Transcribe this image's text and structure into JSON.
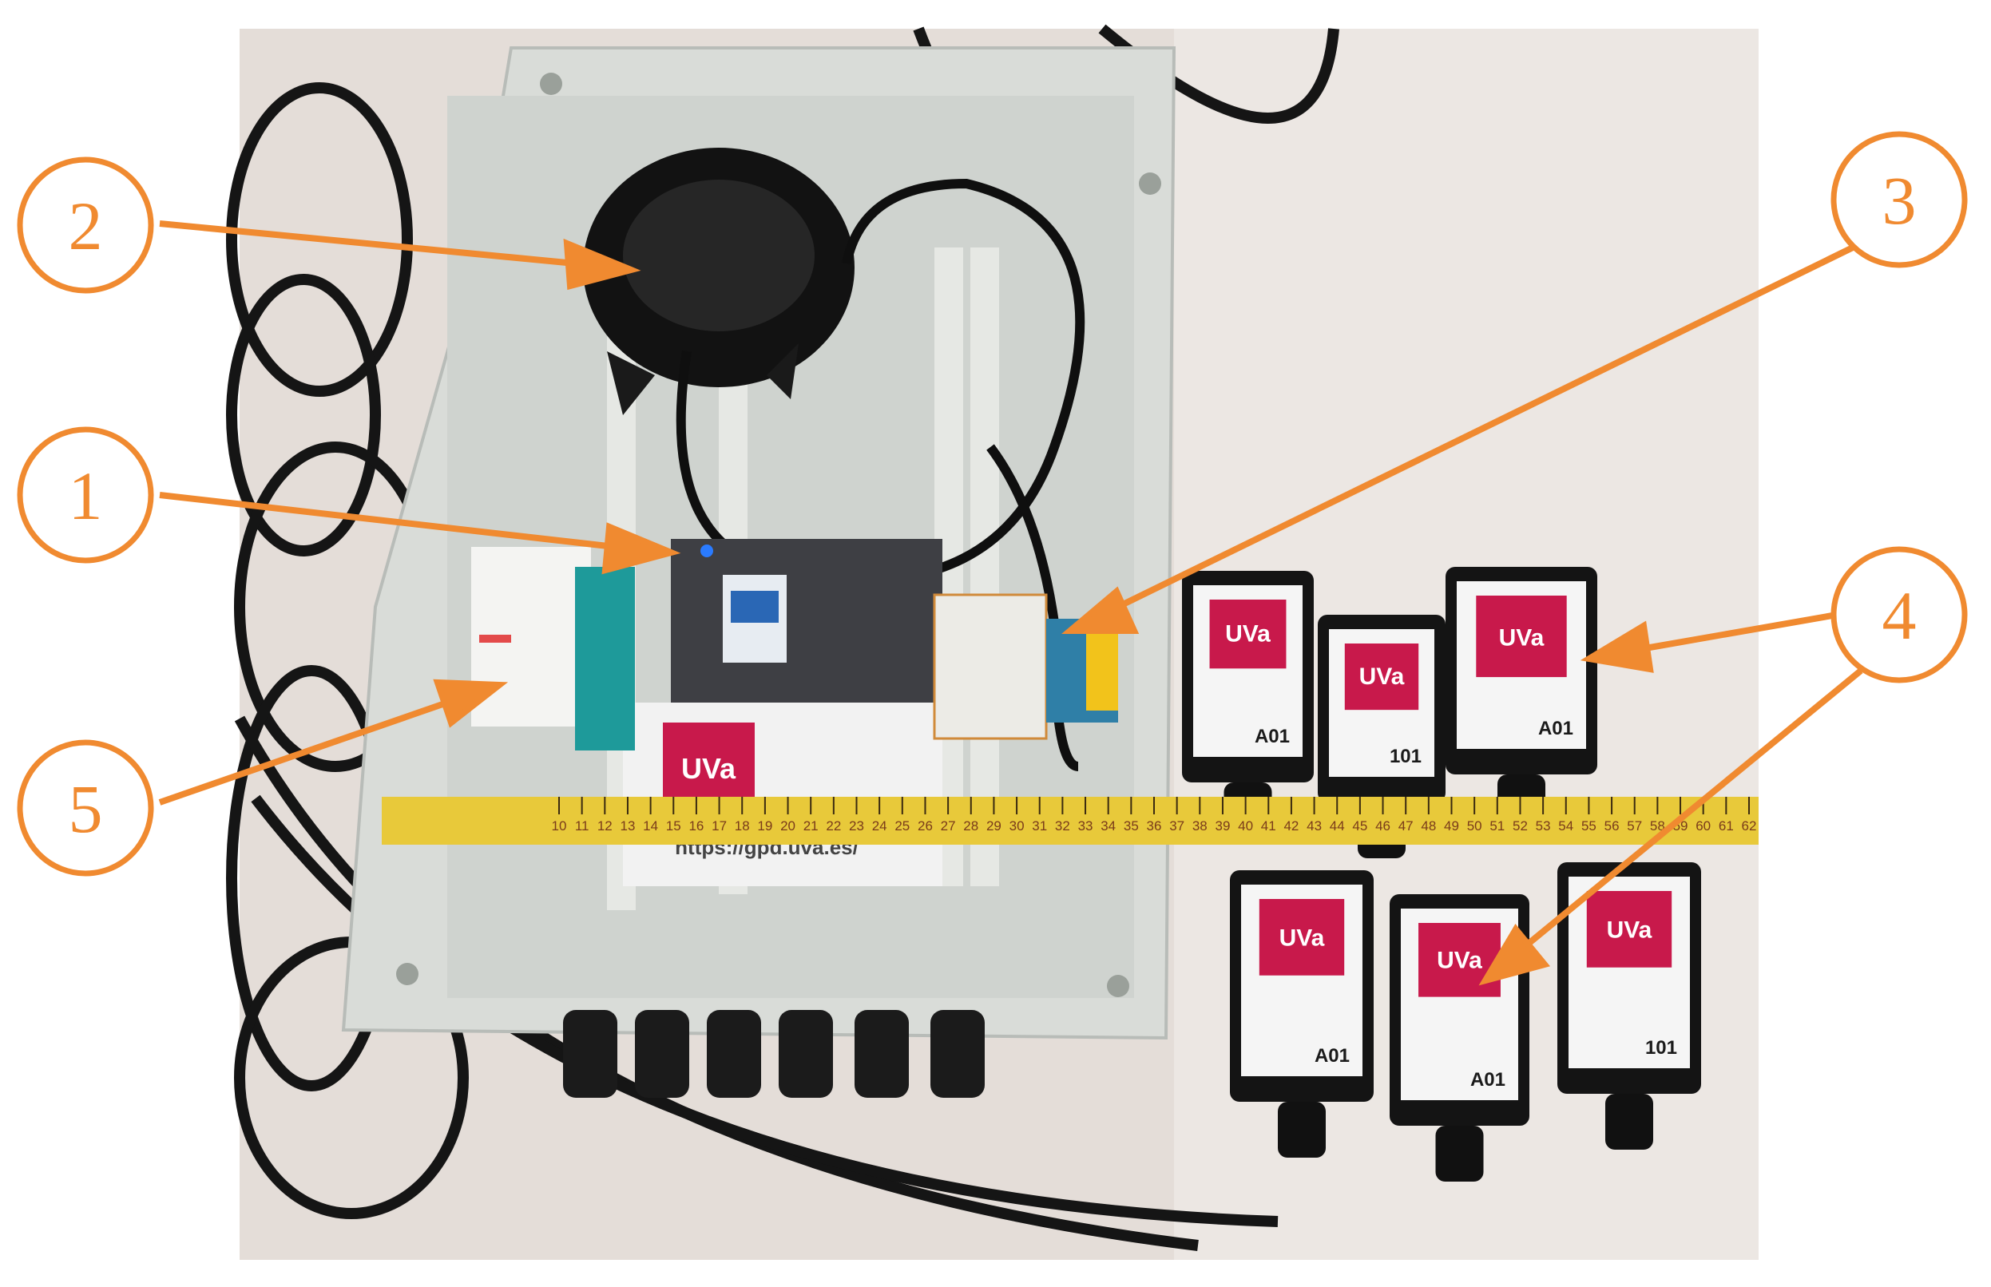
{
  "callouts": [
    {
      "number": "1"
    },
    {
      "number": "2"
    },
    {
      "number": "3"
    },
    {
      "number": "4"
    },
    {
      "number": "5"
    }
  ],
  "photo": {
    "url_text": "https://gpd.uva.es/",
    "logo_text": "UVa",
    "sensor_codes": [
      "A01",
      "101",
      "A01",
      "A01",
      "A01",
      "101"
    ],
    "ruler_numbers": [
      "10",
      "11",
      "12",
      "13",
      "14",
      "15",
      "16",
      "17",
      "18",
      "19",
      "20",
      "21",
      "22",
      "23",
      "24",
      "25",
      "26",
      "27",
      "28",
      "29",
      "30",
      "31",
      "32",
      "33",
      "34",
      "35",
      "36",
      "37",
      "38",
      "39",
      "40",
      "41",
      "42",
      "43",
      "44",
      "45",
      "46",
      "47",
      "48",
      "49",
      "50",
      "51",
      "52",
      "53",
      "54",
      "55",
      "56",
      "57",
      "58",
      "59",
      "60",
      "61",
      "62"
    ]
  },
  "colors": {
    "callout_orange": "#f08a30",
    "uva_red": "#c8194b",
    "enclosure_grey": "#d9dcd8",
    "ruler_yellow": "#e8c93a"
  }
}
